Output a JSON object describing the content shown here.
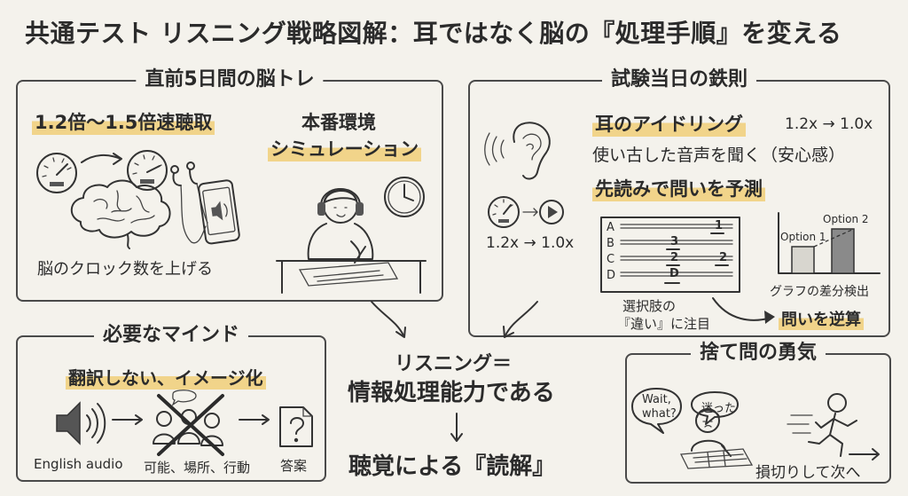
{
  "title": "共通テスト リスニング戦略図解：耳ではなく脳の『処理手順』を変える",
  "training": {
    "heading": "直前5日間の脳トレ",
    "speed": {
      "label": "1.2倍〜1.5倍速聴取",
      "caption": "脳のクロック数を上げる"
    },
    "simulation": {
      "line1": "本番環境",
      "line2": "シミュレーション"
    }
  },
  "exam_day": {
    "heading": "試験当日の鉄則",
    "idling": {
      "label": "耳のアイドリング",
      "speed": "1.2x → 1.0x",
      "note": "使い古した音声を聞く（安心感）",
      "gauge_caption": "1.2x → 1.0x"
    },
    "preread": {
      "label": "先読みで問いを予測",
      "rows": [
        {
          "letter": "A",
          "marks": [
            "1"
          ]
        },
        {
          "letter": "B",
          "marks": [
            "3"
          ]
        },
        {
          "letter": "C",
          "marks": [
            "2",
            "2"
          ]
        },
        {
          "letter": "D",
          "marks": [
            "D"
          ]
        }
      ],
      "choice_caption_1": "選択肢の",
      "choice_caption_2": "『違い』に注目",
      "chart_option1": "Option 1",
      "chart_option2": "Option 2",
      "chart_caption": "グラフの差分検出",
      "arrow_label": "問いを逆算"
    }
  },
  "mindset": {
    "heading": "必要なマインド",
    "label": "翻訳しない、イメージ化",
    "audio_caption": "English audio",
    "people_caption": "可能、場所、行動",
    "answer_caption": "答案"
  },
  "center": {
    "line1": "リスニング＝",
    "line2": "情報処理能力である",
    "line3": "聴覚による『読解』"
  },
  "cut_loss": {
    "heading": "捨て問の勇気",
    "bubble1_line1": "Wait,",
    "bubble1_line2": "what?",
    "bubble2": "迷った",
    "caption": "損切りして次へ"
  },
  "colors": {
    "highlight": "#f1d48a",
    "ink": "#2b2b2b",
    "paper": "#f4f2ec"
  }
}
